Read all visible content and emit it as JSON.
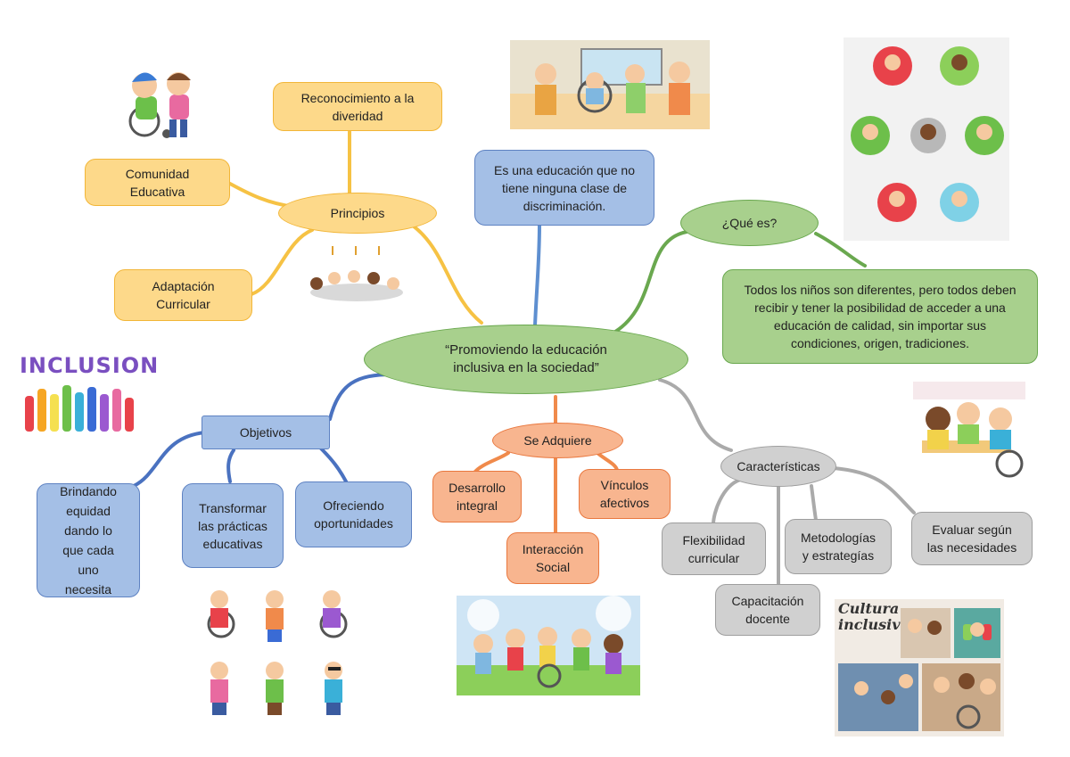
{
  "central": "“Promoviendo la educación inclusiva en la sociedad”",
  "principios": {
    "label": "Principios",
    "children": [
      "Reconocimiento a la diveridad",
      "Comunidad Educativa",
      "Adaptación Curricular"
    ]
  },
  "definicion": "Es una educación que no tiene ninguna clase de discriminación.",
  "que_es": {
    "label": "¿Qué es?",
    "text": "Todos los niños son diferentes, pero todos deben recibir y tener la posibilidad de acceder a una educación de calidad, sin importar sus condiciones, origen, tradiciones."
  },
  "objetivos": {
    "label": "Objetivos",
    "children": [
      "Brindando equidad dando lo que cada uno necesita",
      "Transformar las prácticas educativas",
      "Ofreciendo oportunidades"
    ]
  },
  "se_adquiere": {
    "label": "Se Adquiere",
    "children": [
      "Desarrollo integral",
      "Vínculos afectivos",
      "Interacción Social"
    ]
  },
  "caracteristicas": {
    "label": "Características",
    "children": [
      "Flexibilidad curricular",
      "Metodologías y estrategías",
      "Evaluar según las necesidades",
      "Capacitación docente"
    ]
  },
  "artwork": {
    "inclusion_logo": "INCLUSION",
    "cultura_title": "Cultura inclusiva"
  },
  "colors": {
    "yellow": "#fdd98a",
    "blue": "#a4bfe6",
    "green": "#a8d08d",
    "orange": "#f8b58f",
    "gray": "#d0d0d0"
  }
}
